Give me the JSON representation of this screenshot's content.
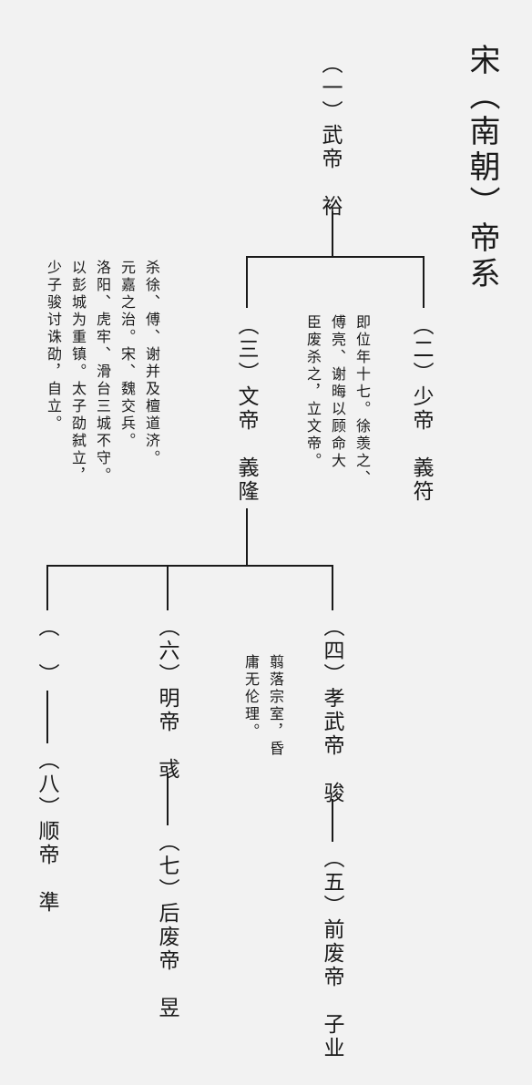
{
  "title": "宋（南朝）帝系",
  "emperors": {
    "wudi": "（一）武帝　裕",
    "shaodi": "（二）少帝　義符",
    "wendi": "（三）文帝　義隆",
    "xiaowudi": "（四）孝武帝　骏",
    "qianfeidi": "（五）前废帝　子业",
    "mingdi": "（六）明帝　彧",
    "houfeidi": "（七）后废帝　昱",
    "unnamed": "（　）",
    "shundi": "（八）顺帝　準"
  },
  "notes": {
    "shaodi": [
      "即位年十七。徐羡之、",
      "傅亮、谢晦以顾命大",
      "臣废杀之，立文帝。"
    ],
    "wendi": [
      "杀徐、傅、谢并及檀道济。",
      "元嘉之治。宋、魏交兵。",
      "洛阳、虎牢、滑台三城不守。",
      "以彭城为重镇。太子劭弑立，",
      "少子骏讨诛劭，自立。"
    ],
    "qianfeidi": [
      "翦落宗室，昏",
      "庸无伦理。"
    ]
  }
}
